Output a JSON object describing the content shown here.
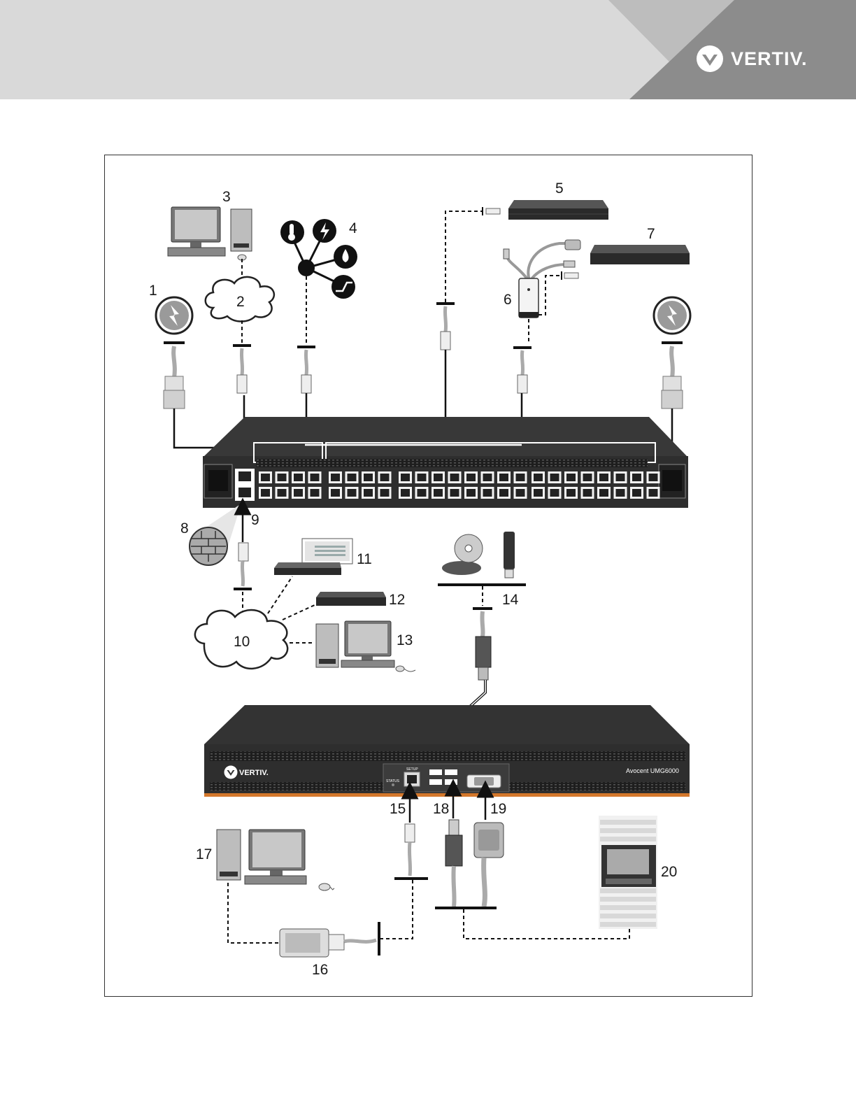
{
  "brand": {
    "name": "VERTIV.",
    "device_brand": "VERTIV.",
    "device_model": "Avocent UMG6000"
  },
  "ports": {
    "status_label": "STATUS",
    "setup_label": "SETUP"
  },
  "callouts": [
    "1",
    "2",
    "3",
    "4",
    "5",
    "6",
    "7",
    "8",
    "9",
    "10",
    "11",
    "12",
    "13",
    "14",
    "15",
    "16",
    "17",
    "18",
    "19",
    "20"
  ],
  "colors": {
    "header_bg": "#d9d9d9",
    "header_dark": "#8c8c8c",
    "device_body": "#2a2a2a",
    "accent_orange": "#d4782c"
  }
}
